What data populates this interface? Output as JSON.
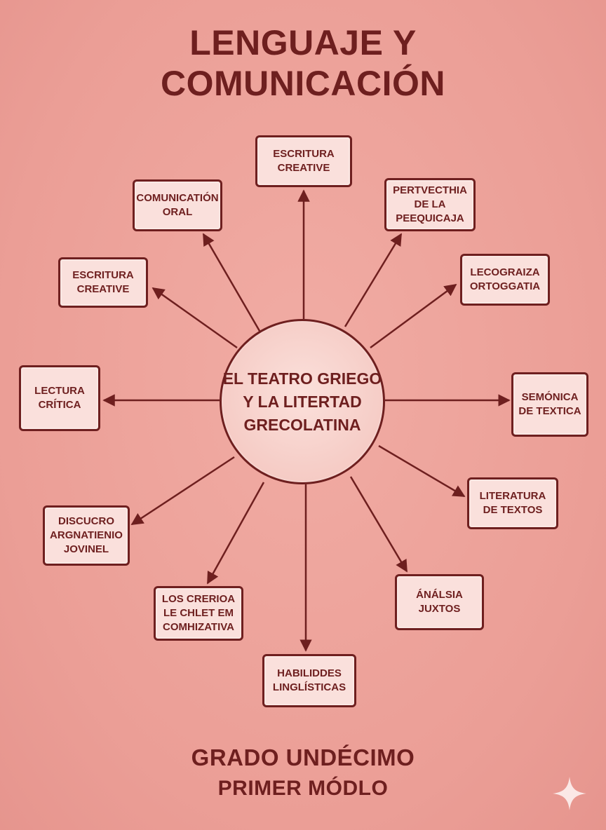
{
  "title": {
    "line1": "LENGUAJE Y",
    "line2": "COMUNICACIÓN"
  },
  "center": {
    "text": "EL TEATRO GRIEGO\nY LA LITERTAD\nGRECOLATINA"
  },
  "nodes": [
    {
      "id": "top",
      "text": "ESCRITURA\nCREATIVE"
    },
    {
      "id": "top-left",
      "text": "COMUNICATIÓN\nORAL"
    },
    {
      "id": "top-right",
      "text": "PERTVECTHIA\nDE LA\nPEEQUICAJA"
    },
    {
      "id": "left-upper",
      "text": "ESCRITURA\nCREATIVE"
    },
    {
      "id": "right-upper",
      "text": "LECOGRAIZA\nORTOGGATIA"
    },
    {
      "id": "left",
      "text": "LECTURA\nCRÍTICA"
    },
    {
      "id": "right",
      "text": "SEMÓNICA\nDE TEXTICA"
    },
    {
      "id": "right-lower",
      "text": "LITERATURA\nDE TEXTOS"
    },
    {
      "id": "left-lower",
      "text": "DISCUCRO\nARGNATIENIO\nJOVINEL"
    },
    {
      "id": "bottom-right",
      "text": "ÁNÁLSIA\nJUXTOS"
    },
    {
      "id": "bottom-left",
      "text": "LOS CRERIOA\nLE CHLET EM\nCOMHIZATIVA"
    },
    {
      "id": "bottom",
      "text": "HABILIDDES\nLINGLÍSTICAS"
    }
  ],
  "footer": {
    "line1": "GRADO UNDÉCIMO",
    "line2": "PRIMER MÓDLO"
  },
  "colors": {
    "background": "#eea39b",
    "ink": "#6e1f1f",
    "box_fill": "#fae0dc"
  },
  "icons": {
    "corner": "sparkle-icon"
  }
}
